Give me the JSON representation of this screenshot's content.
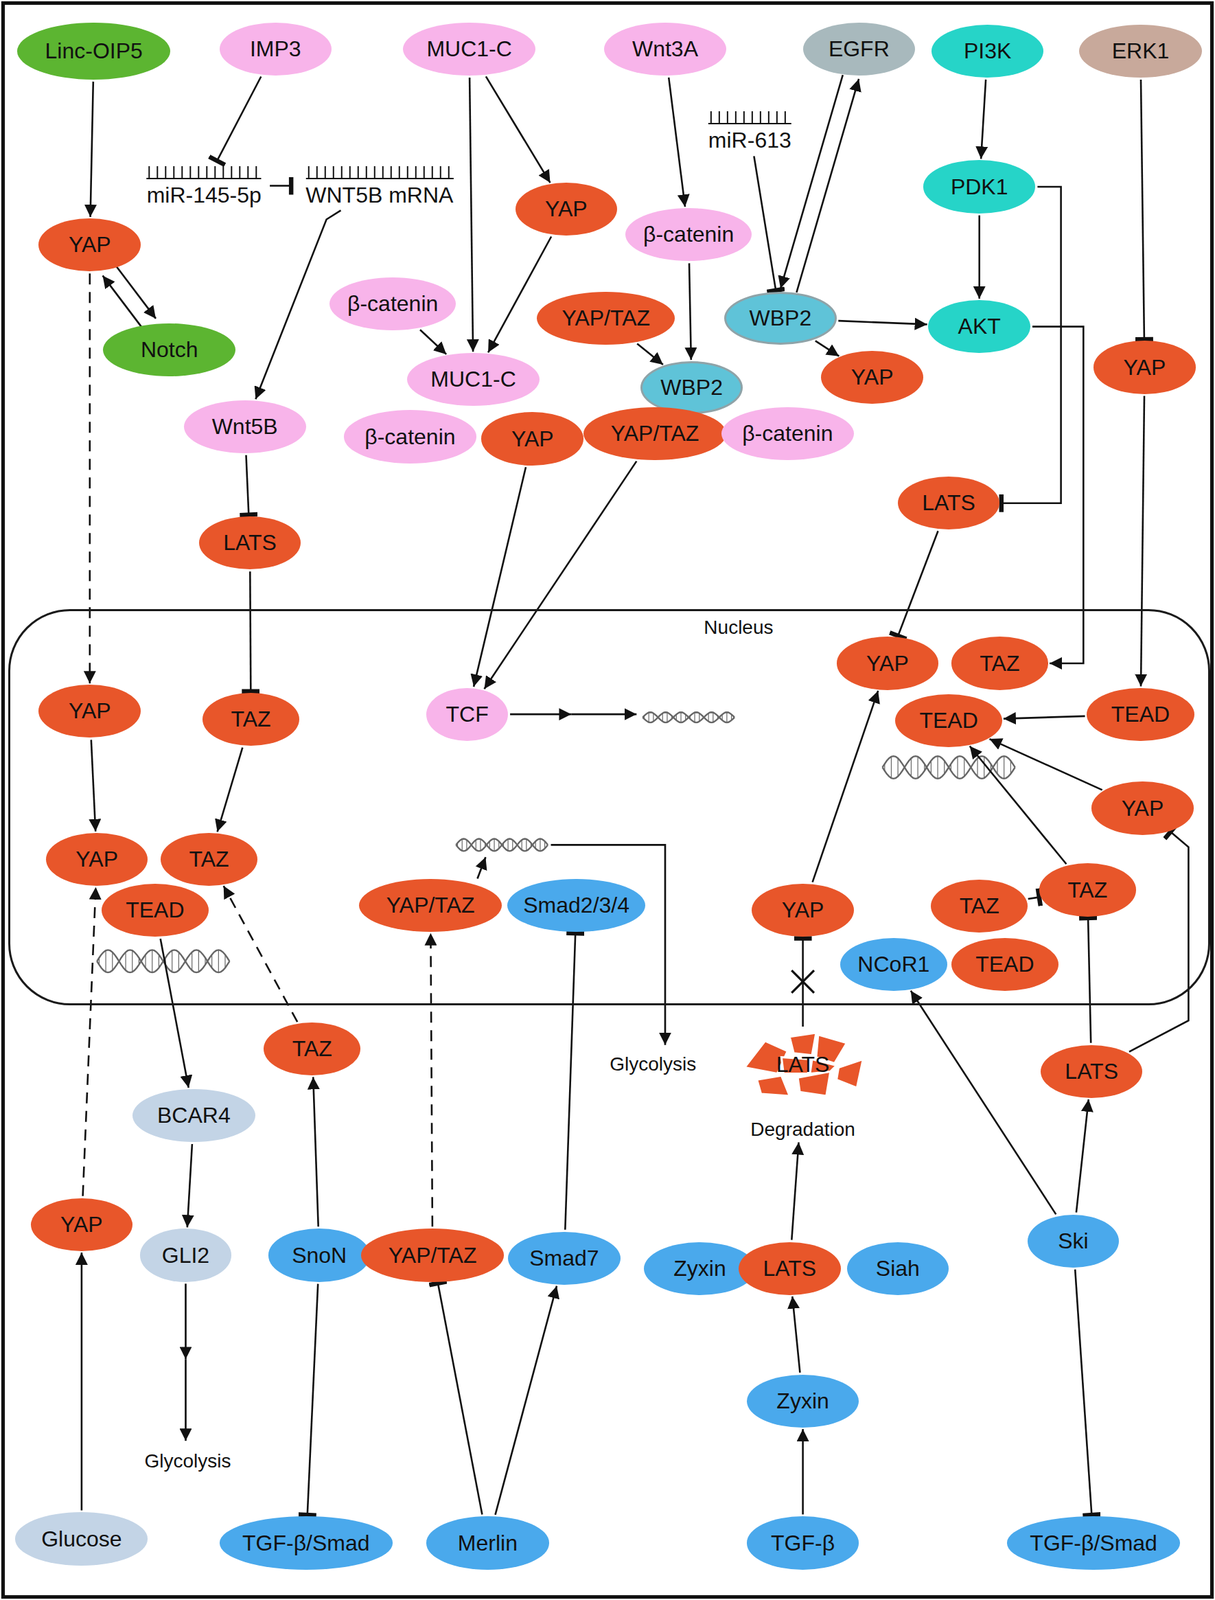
{
  "diagram": {
    "nodes": [
      {
        "text": [
          "Linc-OIP5"
        ]
      },
      {
        "text": [
          "IMP3"
        ]
      },
      {
        "text": [
          "MUC1-C"
        ]
      },
      {
        "text": [
          "Wnt3A"
        ]
      },
      {
        "text": [
          "EGFR"
        ]
      },
      {
        "text": [
          "PI3K"
        ]
      },
      {
        "text": [
          "ERK1"
        ]
      },
      {
        "text": [
          "miR-613"
        ]
      },
      {
        "text": [
          "miR-145-5p"
        ]
      },
      {
        "text": [
          "WNT5B mRNA"
        ]
      },
      {
        "text": [
          "PDK1"
        ]
      },
      {
        "text": [
          "YAP"
        ]
      },
      {
        "text": [
          "β-catenin"
        ]
      },
      {
        "text": [
          "YAP"
        ]
      },
      {
        "text": [
          "β-catenin"
        ]
      },
      {
        "text": [
          "YAP/TAZ"
        ]
      },
      {
        "text": [
          "WBP2"
        ]
      },
      {
        "text": [
          "AKT"
        ]
      },
      {
        "text": [
          "Notch"
        ]
      },
      {
        "text": [
          "YAP"
        ]
      },
      {
        "text": [
          "YAP"
        ]
      },
      {
        "text": [
          "MUC1-C"
        ]
      },
      {
        "text": [
          "WBP2"
        ]
      },
      {
        "text": [
          "Wnt5B"
        ]
      },
      {
        "text": [
          "β-catenin"
        ]
      },
      {
        "text": [
          "YAP"
        ]
      },
      {
        "text": [
          "YAP/TAZ"
        ]
      },
      {
        "text": [
          "β-catenin"
        ]
      },
      {
        "text": [
          "LATS"
        ]
      },
      {
        "text": [
          "LATS"
        ]
      },
      {
        "text": [
          "Nucleus"
        ]
      },
      {
        "text": [
          "YAP"
        ],
        "in": 30
      },
      {
        "text": [
          "TAZ"
        ],
        "in": 30
      },
      {
        "text": [
          "YAP"
        ],
        "in": 30
      },
      {
        "text": [
          "TCF"
        ],
        "in": 30
      },
      {
        "text": [
          "TEAD"
        ],
        "in": 30
      },
      {
        "text": [
          "TAZ"
        ],
        "in": 30
      },
      {
        "text": [
          "TEAD"
        ],
        "in": 30
      },
      {
        "text": [
          "YAP"
        ],
        "in": 30
      },
      {
        "text": [
          "YAP"
        ],
        "in": 30
      },
      {
        "text": [
          "TAZ"
        ],
        "in": 30
      },
      {
        "text": [
          "TAZ"
        ],
        "in": 30
      },
      {
        "text": [
          "YAP/TAZ"
        ],
        "in": 30
      },
      {
        "text": [
          "Smad2/3/4"
        ],
        "in": 30
      },
      {
        "text": [
          "TAZ"
        ],
        "in": 30
      },
      {
        "text": [
          "YAP"
        ],
        "in": 30
      },
      {
        "text": [
          "TEAD"
        ],
        "in": 30
      },
      {
        "text": [
          "NCoR1"
        ],
        "in": 30
      },
      {
        "text": [
          "TEAD"
        ],
        "in": 30
      },
      {
        "text": [
          "TAZ"
        ]
      },
      {
        "text": [
          "LATS",
          "Degradation"
        ]
      },
      {
        "text": [
          "LATS"
        ]
      },
      {
        "text": [
          "BCAR4"
        ]
      },
      {
        "text": [
          "YAP"
        ]
      },
      {
        "text": [
          "Ski"
        ]
      },
      {
        "text": [
          "GLI2"
        ]
      },
      {
        "text": [
          "SnoN"
        ]
      },
      {
        "text": [
          "YAP/TAZ"
        ]
      },
      {
        "text": [
          "Smad7"
        ]
      },
      {
        "text": [
          "Zyxin"
        ]
      },
      {
        "text": [
          "LATS"
        ]
      },
      {
        "text": [
          "Siah"
        ]
      },
      {
        "text": [
          "Zyxin"
        ]
      },
      {
        "text": [
          "Glucose"
        ]
      },
      {
        "text": [
          "TGF-β/Smad"
        ]
      },
      {
        "text": [
          "Merlin"
        ]
      },
      {
        "text": [
          "TGF-β"
        ]
      },
      {
        "text": [
          "TGF-β/Smad"
        ]
      }
    ],
    "edges": [
      {
        "from": 0,
        "to": 13,
        "arrow": "to"
      },
      {
        "from": 13,
        "to": 18,
        "arrow": "to"
      },
      {
        "from": 18,
        "to": 13,
        "arrow": "to"
      },
      {
        "from": 13,
        "to": 33,
        "arrow": "to"
      },
      {
        "from": 1,
        "to": 8,
        "arrow": "to"
      },
      {
        "from": 8,
        "to": 9,
        "arrow": "to"
      },
      {
        "from": 9,
        "to": 23,
        "arrow": "to"
      },
      {
        "from": 23,
        "to": 29,
        "arrow": "to"
      },
      {
        "from": 29,
        "to": 36,
        "arrow": "to"
      },
      {
        "from": 36,
        "to": 40,
        "arrow": "to"
      },
      {
        "from": 33,
        "to": 39,
        "arrow": "to"
      },
      {
        "from": 2,
        "to": 11,
        "arrow": "to"
      },
      {
        "from": 2,
        "to": 21,
        "arrow": "to"
      },
      {
        "from": 11,
        "to": 21,
        "arrow": "to"
      },
      {
        "from": 14,
        "to": 21,
        "arrow": "to"
      },
      {
        "from": 25,
        "to": 34,
        "arrow": "to"
      },
      {
        "from": 3,
        "to": 12,
        "arrow": "to"
      },
      {
        "from": 12,
        "to": 22,
        "arrow": "to"
      },
      {
        "from": 15,
        "to": 22,
        "arrow": "to"
      },
      {
        "from": 26,
        "to": 34,
        "arrow": "to"
      },
      {
        "from": 7,
        "to": 16,
        "arrow": "to"
      },
      {
        "from": 16,
        "to": 4,
        "arrow": "to"
      },
      {
        "from": 4,
        "to": 16,
        "arrow": "to"
      },
      {
        "from": 16,
        "to": 17,
        "arrow": "to"
      },
      {
        "from": 16,
        "to": 20,
        "arrow": "to"
      },
      {
        "from": 5,
        "to": 10,
        "arrow": "to"
      },
      {
        "from": 10,
        "to": 17,
        "arrow": "to"
      },
      {
        "from": 10,
        "to": 28,
        "arrow": "to"
      },
      {
        "from": 17,
        "to": 32,
        "arrow": "to"
      },
      {
        "from": 28,
        "to": 31,
        "arrow": "to"
      },
      {
        "from": 6,
        "to": 19,
        "arrow": "to"
      },
      {
        "from": 19,
        "to": 35,
        "arrow": "to"
      },
      {
        "from": 35,
        "to": 37,
        "arrow": "to"
      },
      {
        "from": 41,
        "to": 37,
        "arrow": "to"
      },
      {
        "from": 38,
        "to": 37,
        "arrow": "to"
      },
      {
        "from": 54,
        "to": 51,
        "arrow": "to"
      },
      {
        "from": 51,
        "to": 41,
        "arrow": "to"
      },
      {
        "from": 51,
        "to": 38,
        "arrow": "to"
      },
      {
        "from": 54,
        "to": 47,
        "arrow": "to"
      },
      {
        "from": 54,
        "to": 67,
        "arrow": "to"
      },
      {
        "from": 44,
        "to": 41,
        "arrow": "to"
      },
      {
        "from": 45,
        "to": 31,
        "arrow": "to"
      },
      {
        "from": 50,
        "to": 45,
        "arrow": "to"
      },
      {
        "from": 60,
        "to": 50,
        "arrow": "to"
      },
      {
        "from": 62,
        "to": 60,
        "arrow": "to"
      },
      {
        "from": 66,
        "to": 62,
        "arrow": "to"
      },
      {
        "from": 58,
        "to": 43,
        "arrow": "to"
      },
      {
        "from": 65,
        "to": 57,
        "arrow": "to"
      },
      {
        "from": 65,
        "to": 58,
        "arrow": "to"
      },
      {
        "from": 57,
        "to": 42,
        "arrow": "to"
      },
      {
        "from": 56,
        "to": 49,
        "arrow": "to"
      },
      {
        "from": 49,
        "to": 40,
        "arrow": "to"
      },
      {
        "from": 56,
        "to": 64,
        "arrow": "to"
      },
      {
        "from": 46,
        "to": 52,
        "arrow": "to"
      },
      {
        "from": 52,
        "to": 55,
        "arrow": "to"
      },
      {
        "from": 63,
        "to": 53,
        "arrow": "to"
      },
      {
        "from": 53,
        "to": 39,
        "arrow": "to"
      }
    ],
    "labels": [
      "Glycolysis",
      "Glycolysis"
    ]
  }
}
